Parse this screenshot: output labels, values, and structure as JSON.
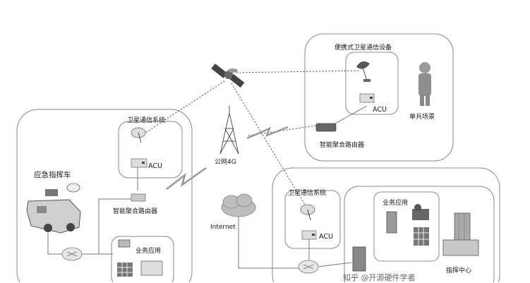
{
  "satellite_label": "",
  "portable": {
    "title": "便携式卫星通信设备",
    "acu": "ACU",
    "router": "智能聚合路由器",
    "soldier": "单兵场景"
  },
  "vehicle": {
    "sat_system": "卫星通信系统",
    "acu": "ACU",
    "vehicle_name": "应急指挥车",
    "router": "智能聚合路由器",
    "service": "业务应用"
  },
  "network": {
    "public_4g": "公网4G",
    "internet": "Internet"
  },
  "command": {
    "sat_system": "卫星通信系统",
    "acu": "ACU",
    "service": "业务应用",
    "center": "指挥中心"
  },
  "watermark": "知乎 @开源硬件学者"
}
